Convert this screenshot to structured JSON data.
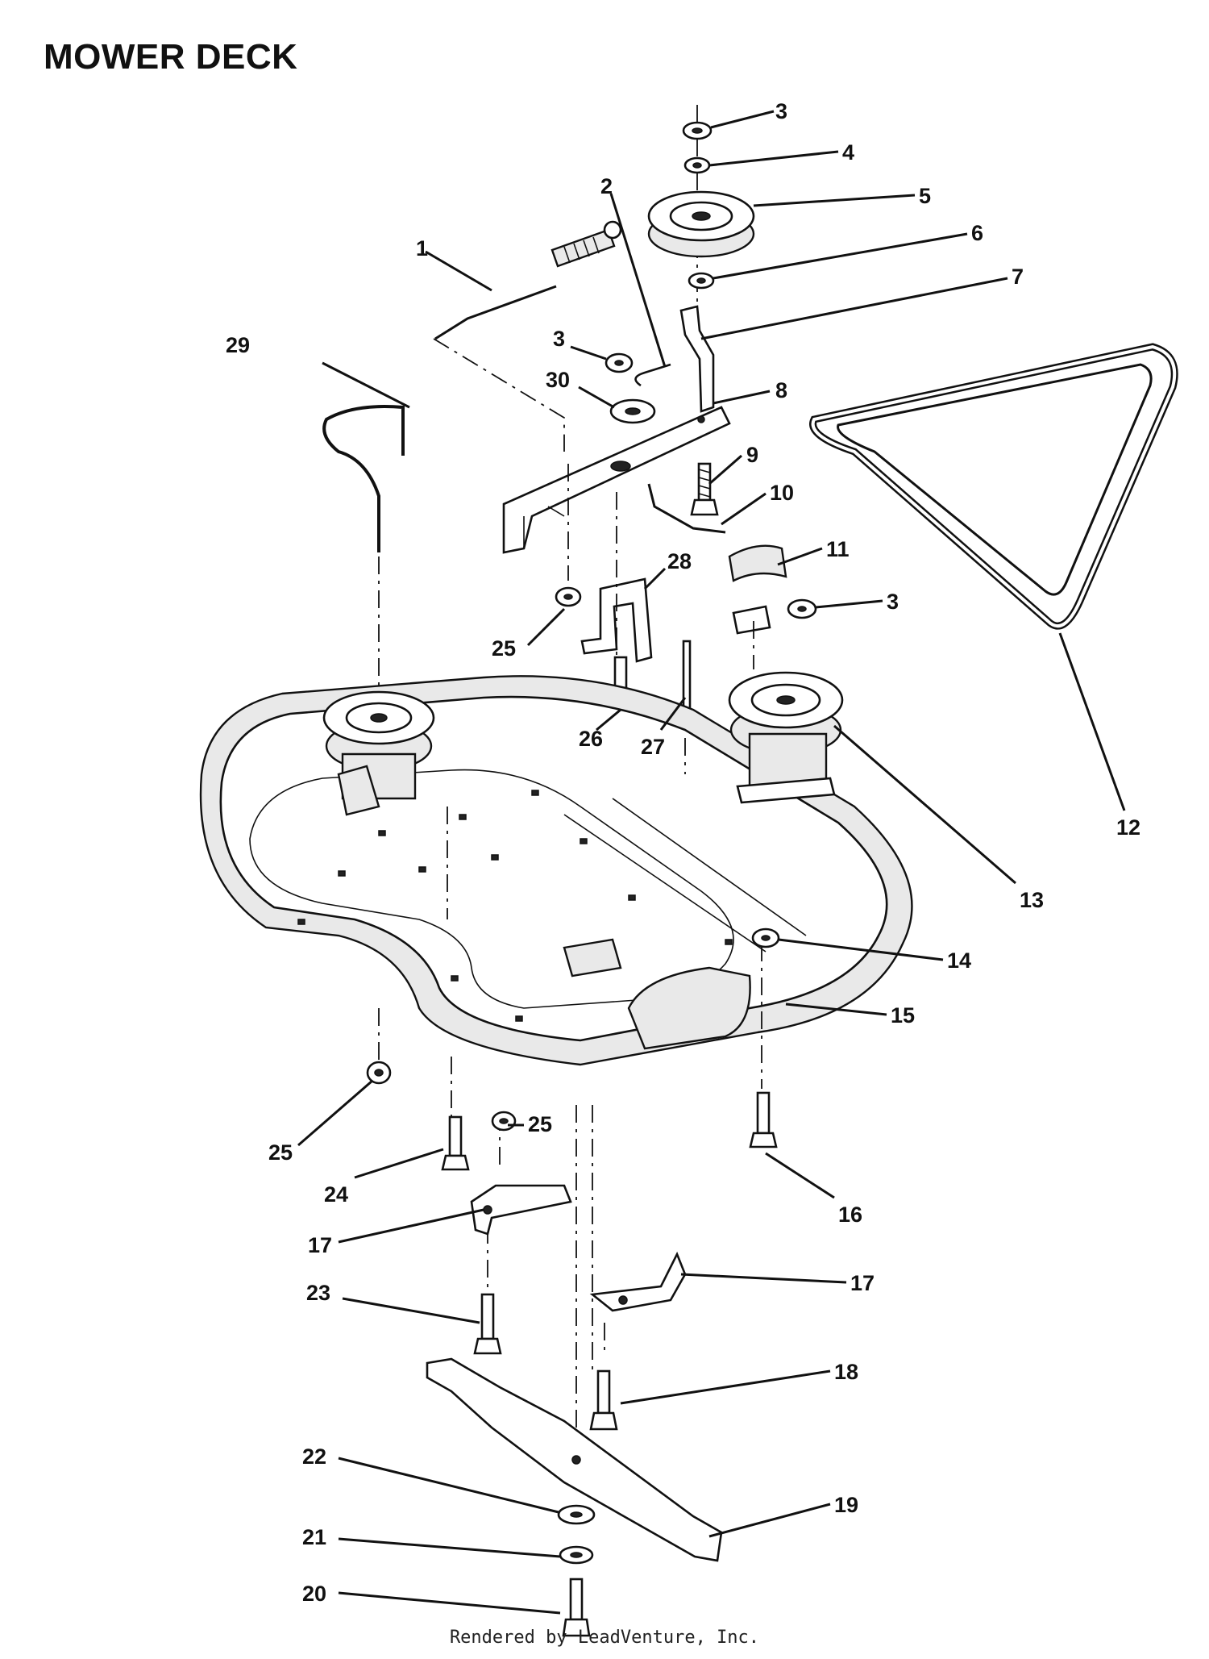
{
  "title": "MOWER DECK",
  "footer": "Rendered by LeadVenture, Inc.",
  "colors": {
    "ink": "#111111",
    "fill": "#e9e9e9",
    "background": "#ffffff"
  },
  "callouts": [
    {
      "id": "c1",
      "label": "1"
    },
    {
      "id": "c2",
      "label": "2"
    },
    {
      "id": "c3a",
      "label": "3"
    },
    {
      "id": "c3b",
      "label": "3"
    },
    {
      "id": "c3c",
      "label": "3"
    },
    {
      "id": "c4",
      "label": "4"
    },
    {
      "id": "c5",
      "label": "5"
    },
    {
      "id": "c6",
      "label": "6"
    },
    {
      "id": "c7",
      "label": "7"
    },
    {
      "id": "c8",
      "label": "8"
    },
    {
      "id": "c9",
      "label": "9"
    },
    {
      "id": "c10",
      "label": "10"
    },
    {
      "id": "c11",
      "label": "11"
    },
    {
      "id": "c12",
      "label": "12"
    },
    {
      "id": "c13",
      "label": "13"
    },
    {
      "id": "c14",
      "label": "14"
    },
    {
      "id": "c15",
      "label": "15"
    },
    {
      "id": "c16",
      "label": "16"
    },
    {
      "id": "c17a",
      "label": "17"
    },
    {
      "id": "c17b",
      "label": "17"
    },
    {
      "id": "c18",
      "label": "18"
    },
    {
      "id": "c19",
      "label": "19"
    },
    {
      "id": "c20",
      "label": "20"
    },
    {
      "id": "c21",
      "label": "21"
    },
    {
      "id": "c22",
      "label": "22"
    },
    {
      "id": "c23",
      "label": "23"
    },
    {
      "id": "c24",
      "label": "24"
    },
    {
      "id": "c25a",
      "label": "25"
    },
    {
      "id": "c25b",
      "label": "25"
    },
    {
      "id": "c25c",
      "label": "25"
    },
    {
      "id": "c26",
      "label": "26"
    },
    {
      "id": "c27",
      "label": "27"
    },
    {
      "id": "c28",
      "label": "28"
    },
    {
      "id": "c29",
      "label": "29"
    },
    {
      "id": "c30",
      "label": "30"
    }
  ]
}
